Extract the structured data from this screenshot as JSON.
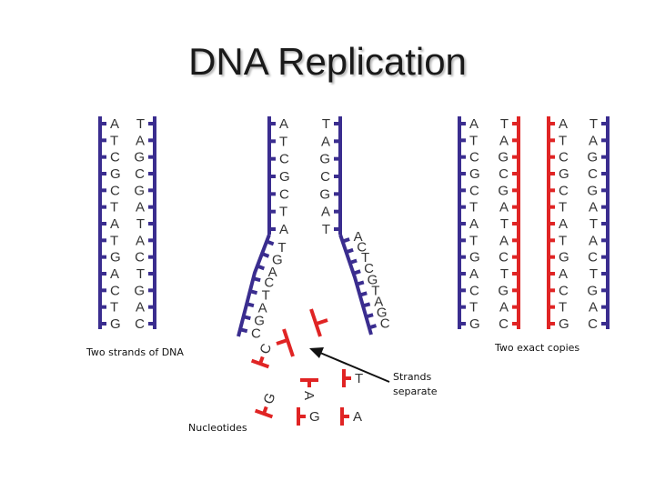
{
  "slide": {
    "title": "DNA Replication"
  },
  "labels": {
    "two_strands": "Two strands of DNA",
    "two_copies": "Two exact copies",
    "strands_separate": [
      "Strands",
      "separate"
    ],
    "nucleotides": "Nucleotides"
  },
  "colors": {
    "strand_blue": "#3a2d8f",
    "strand_red": "#e02424",
    "arrow": "#111111"
  },
  "panels": {
    "original": {
      "left": [
        "A",
        "T",
        "C",
        "G",
        "C",
        "T",
        "A",
        "T",
        "G",
        "A",
        "C",
        "T",
        "G"
      ],
      "right": [
        "T",
        "A",
        "G",
        "C",
        "G",
        "A",
        "T",
        "A",
        "C",
        "T",
        "G",
        "A",
        "C"
      ]
    },
    "unwinding": {
      "left_top": [
        "A",
        "T",
        "C",
        "G",
        "C",
        "T",
        "A"
      ],
      "right_top": [
        "T",
        "A",
        "G",
        "C",
        "G",
        "A",
        "T"
      ],
      "left_fork": [
        "T",
        "G",
        "A",
        "C",
        "T",
        "A",
        "G",
        "C"
      ],
      "right_fork": [
        "A",
        "C",
        "T",
        "C",
        "G",
        "T",
        "A",
        "G",
        "C"
      ]
    },
    "copies": {
      "copy1_left": [
        "A",
        "T",
        "C",
        "G",
        "C",
        "T",
        "A",
        "T",
        "G",
        "A",
        "C",
        "T",
        "G"
      ],
      "copy1_right": [
        "T",
        "A",
        "G",
        "C",
        "G",
        "A",
        "T",
        "A",
        "C",
        "T",
        "G",
        "A",
        "C"
      ],
      "copy2_left": [
        "A",
        "T",
        "C",
        "G",
        "C",
        "T",
        "A",
        "T",
        "G",
        "A",
        "C",
        "T",
        "G"
      ],
      "copy2_right": [
        "T",
        "A",
        "G",
        "C",
        "G",
        "A",
        "T",
        "A",
        "C",
        "T",
        "G",
        "A",
        "C"
      ]
    }
  },
  "free_nucleotides": [
    "C",
    "T",
    "A",
    "G",
    "G",
    "A"
  ]
}
